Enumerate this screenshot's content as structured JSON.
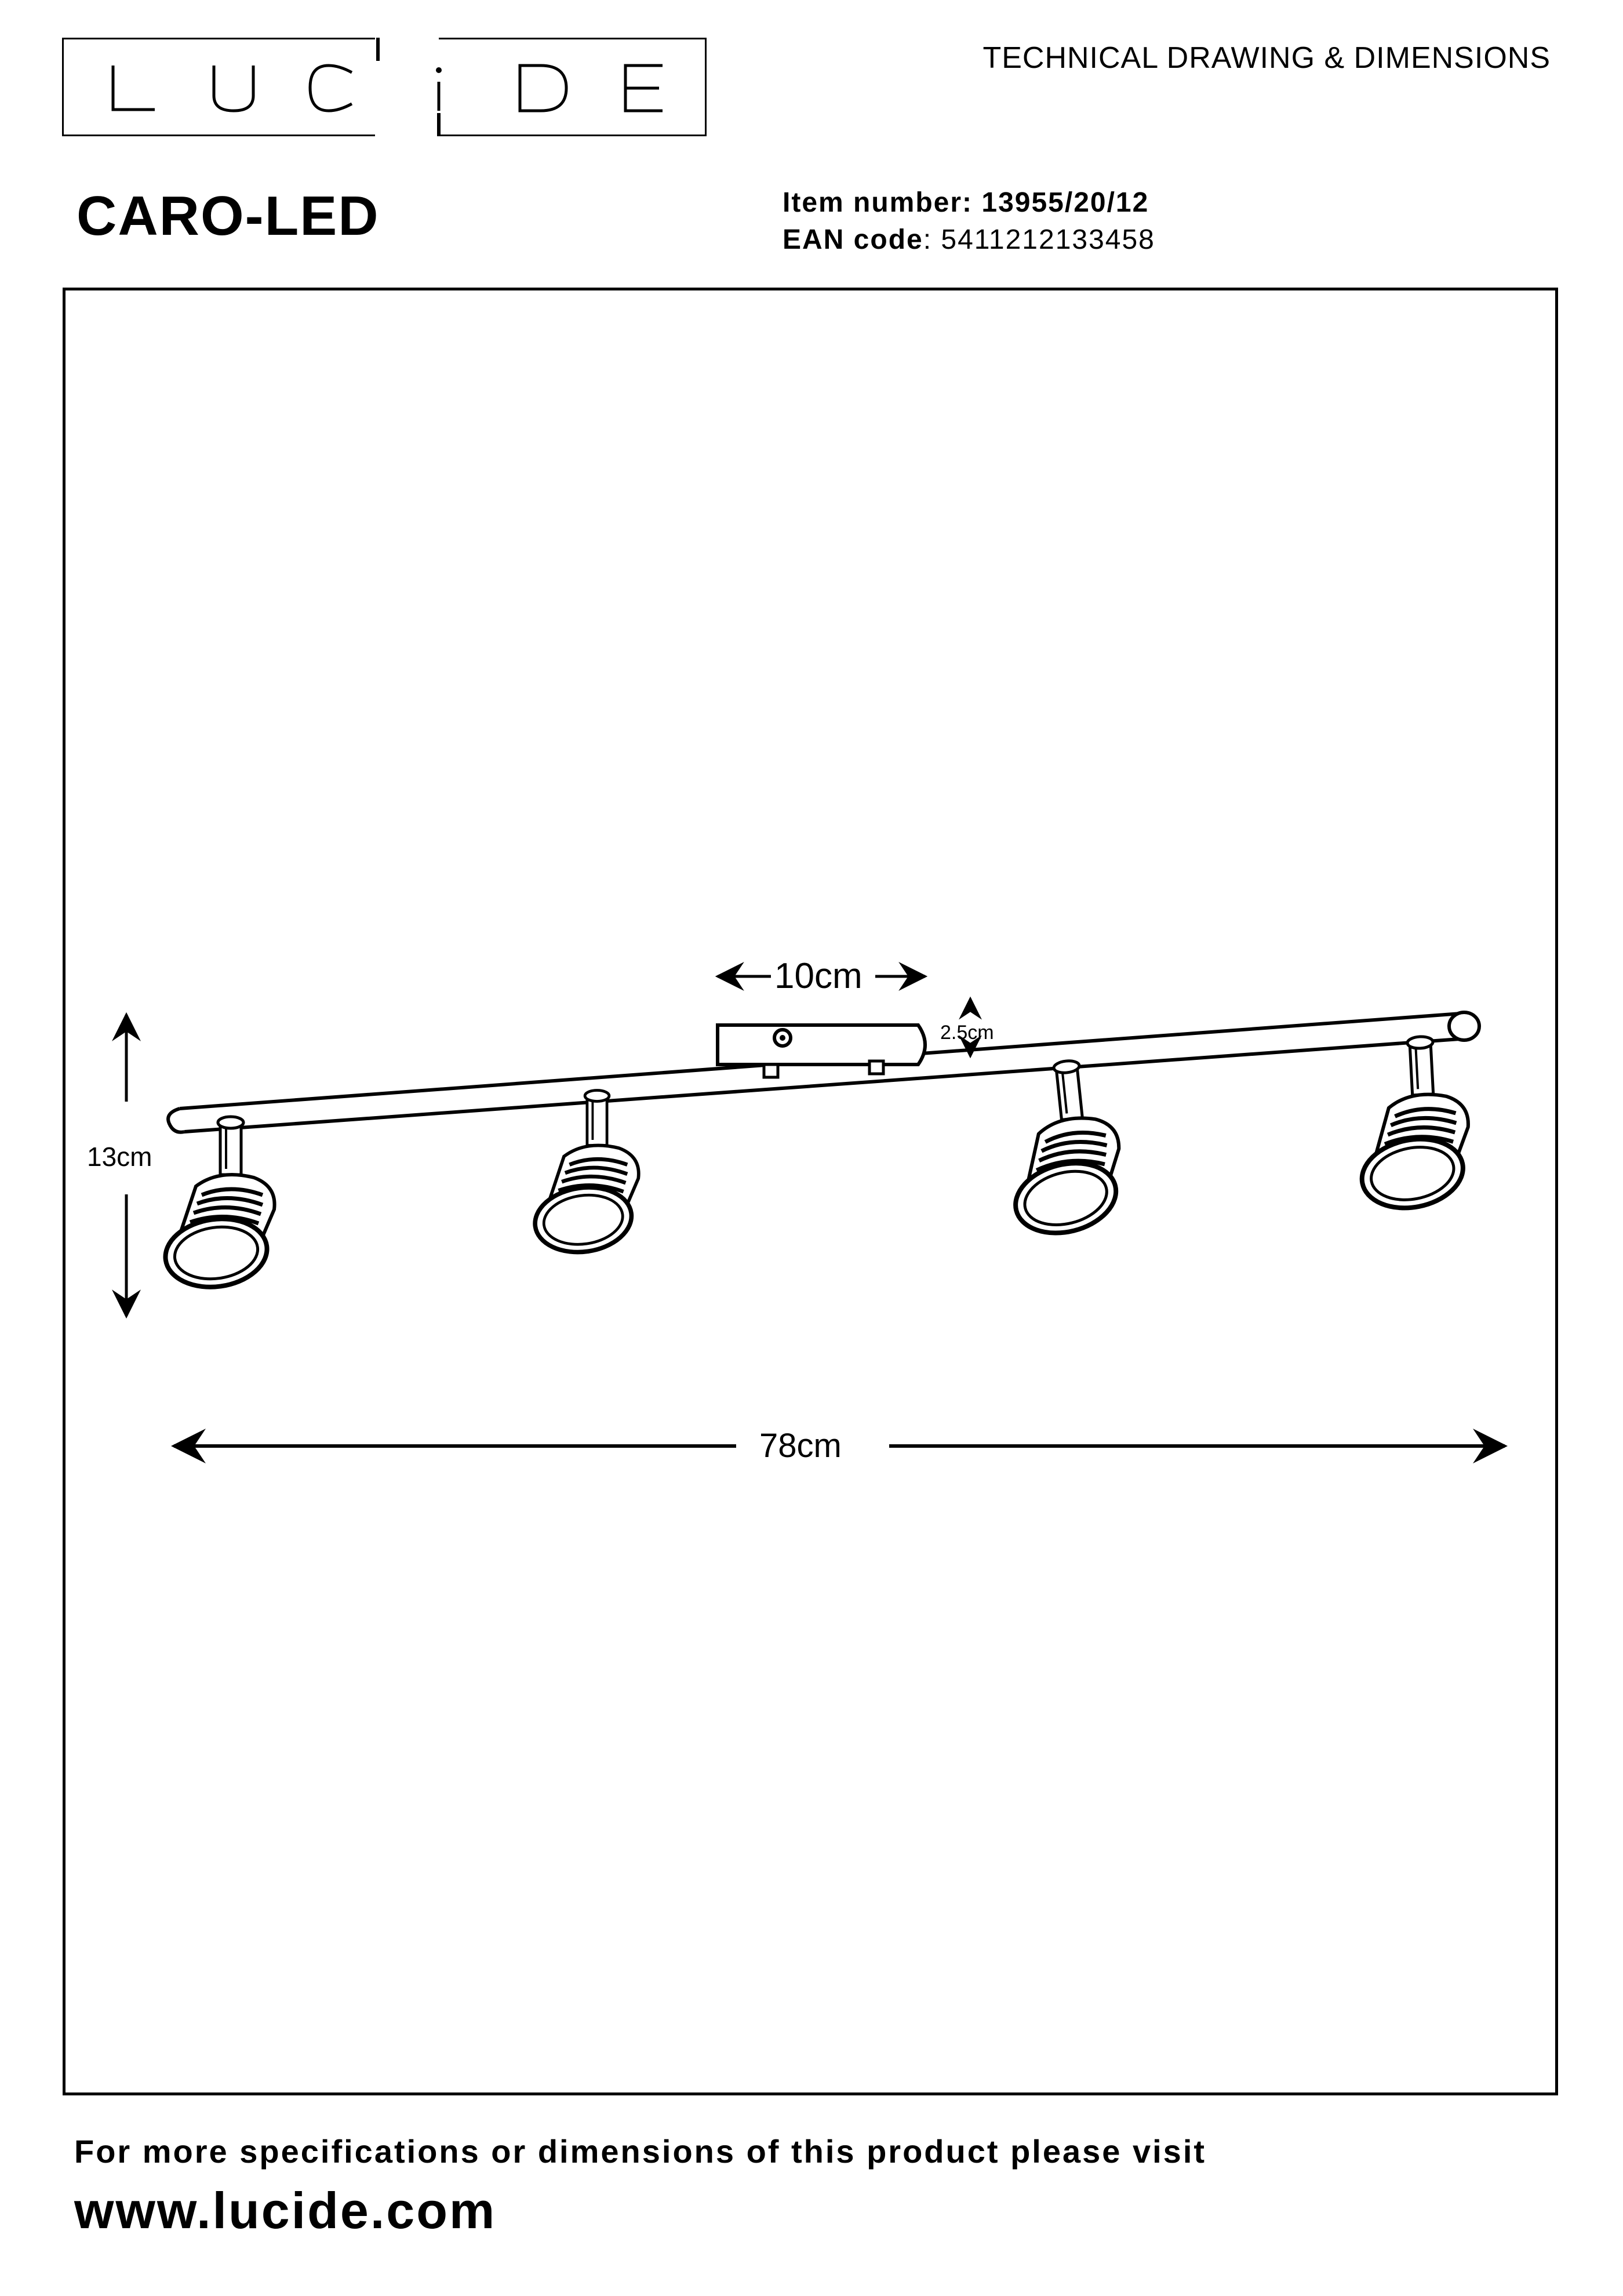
{
  "brand": {
    "logo_letters": [
      "L",
      "U",
      "C",
      "i",
      "D",
      "E"
    ],
    "logo_text": "LUCIDE"
  },
  "header": {
    "title": "TECHNICAL DRAWING & DIMENSIONS"
  },
  "product": {
    "name": "CARO-LED",
    "item_number_label": "Item number:",
    "item_number": "13955/20/12",
    "ean_label": "EAN code",
    "ean_value": ": 5411212133458"
  },
  "dimensions": {
    "base_width": "10cm",
    "base_height": "2.5cm",
    "total_height": "13cm",
    "total_length": "78cm"
  },
  "footer": {
    "note": "For more specifications or dimensions of this product please visit",
    "website": "www.lucide.com"
  }
}
